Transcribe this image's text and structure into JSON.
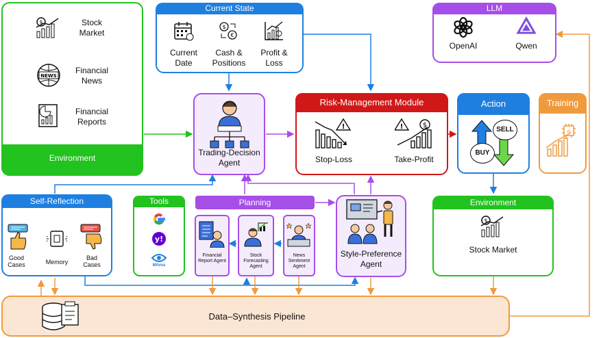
{
  "environment_left": {
    "title": "Environment",
    "items": [
      {
        "label": "Stock Market",
        "icon": "stock-chart-icon"
      },
      {
        "label": "Financial News",
        "icon": "newspaper-icon"
      },
      {
        "label": "Financial Reports",
        "icon": "report-icon"
      }
    ]
  },
  "current_state": {
    "title": "Current State",
    "items": [
      {
        "label": "Current Date",
        "icon": "calendar-icon"
      },
      {
        "label": "Cash & Positions",
        "icon": "currency-exchange-icon"
      },
      {
        "label": "Profit & Loss",
        "icon": "profit-loss-chart-icon"
      }
    ]
  },
  "llm": {
    "title": "LLM",
    "items": [
      {
        "label": "OpenAI",
        "icon": "openai-logo-icon"
      },
      {
        "label": "Qwen",
        "icon": "qwen-logo-icon"
      }
    ]
  },
  "trading_decision": {
    "label": "Trading-Decision Agent",
    "icon": "agent-hierarchy-icon"
  },
  "risk": {
    "title": "Risk-Management Module",
    "items": [
      {
        "label": "Stop-Loss",
        "icon": "falling-chart-warning-icon"
      },
      {
        "label": "Take-Profit",
        "icon": "rising-chart-warning-icon"
      }
    ]
  },
  "action": {
    "title": "Action",
    "buy": "BUY",
    "sell": "SELL"
  },
  "training": {
    "title": "Training",
    "icon": "ai-chip-growth-icon"
  },
  "self_reflection": {
    "title": "Self-Reflection",
    "items": [
      {
        "label": "Good Cases",
        "icon": "thumbs-up-icon"
      },
      {
        "label": "Memory",
        "icon": "memory-chip-icon"
      },
      {
        "label": "Bad Cases",
        "icon": "thumbs-down-icon"
      }
    ]
  },
  "tools": {
    "title": "Tools",
    "items": [
      "google-logo-icon",
      "yahoo-logo-icon"
    ],
    "milvus": "Milvus"
  },
  "planning": {
    "title": "Planning",
    "agents": [
      {
        "label": "Financial Report Agent",
        "icon": "report-agent-icon"
      },
      {
        "label": "Stock Forecasting Agent",
        "icon": "forecast-agent-icon"
      },
      {
        "label": "News Sentiment Agent",
        "icon": "news-agent-icon"
      }
    ]
  },
  "style_pref": {
    "label": "Style-Preference Agent",
    "icon": "presenter-audience-icon"
  },
  "environment_right": {
    "title": "Environment",
    "label": "Stock Market"
  },
  "pipeline": {
    "label": "Data–Synthesis Pipeline",
    "icon": "database-document-icon"
  },
  "colors": {
    "green": "#22c21f",
    "blue": "#1e7fe0",
    "purple": "#a64ee8",
    "red": "#d11818",
    "orange": "#f09a3e",
    "pipeline_fill": "#fbe6d4",
    "planning_fill": "#f4ecfc"
  }
}
